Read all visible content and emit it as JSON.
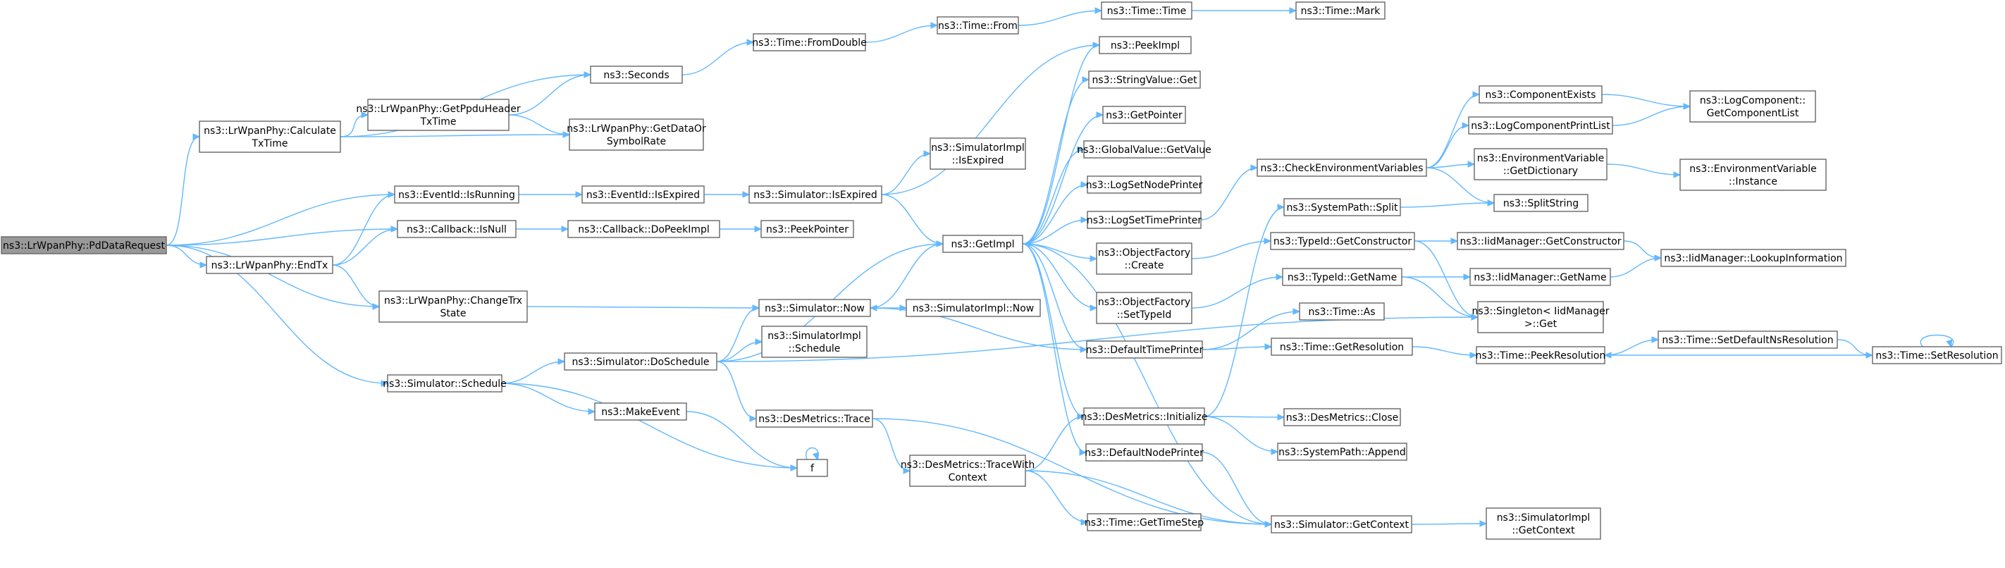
{
  "graph": {
    "root": "ns3::LrWpanPhy::PdDataRequest",
    "colors": {
      "edge": "#63b8ff",
      "node_border": "#666666",
      "root_fill": "#999999",
      "node_fill": "#ffffff"
    },
    "nodes": [
      {
        "id": "pd",
        "label": [
          "ns3::LrWpanPhy::PdDataRequest"
        ],
        "root": true
      },
      {
        "id": "calc",
        "label": [
          "ns3::LrWpanPhy::Calculate",
          "TxTime"
        ]
      },
      {
        "id": "evrun",
        "label": [
          "ns3::EventId::IsRunning"
        ]
      },
      {
        "id": "cbnull",
        "label": [
          "ns3::Callback::IsNull"
        ]
      },
      {
        "id": "endtx",
        "label": [
          "ns3::LrWpanPhy::EndTx"
        ]
      },
      {
        "id": "chtrx",
        "label": [
          "ns3::LrWpanPhy::ChangeTrx",
          "State"
        ]
      },
      {
        "id": "sched",
        "label": [
          "ns3::Simulator::Schedule"
        ]
      },
      {
        "id": "seconds",
        "label": [
          "ns3::Seconds"
        ]
      },
      {
        "id": "ppdu",
        "label": [
          "ns3::LrWpanPhy::GetPpduHeader",
          "TxTime"
        ]
      },
      {
        "id": "datarate",
        "label": [
          "ns3::LrWpanPhy::GetDataOr",
          "SymbolRate"
        ]
      },
      {
        "id": "fromdbl",
        "label": [
          "ns3::Time::FromDouble"
        ]
      },
      {
        "id": "tfrom",
        "label": [
          "ns3::Time::From"
        ]
      },
      {
        "id": "ttime",
        "label": [
          "ns3::Time::Time"
        ]
      },
      {
        "id": "tmark",
        "label": [
          "ns3::Time::Mark"
        ]
      },
      {
        "id": "evexp",
        "label": [
          "ns3::EventId::IsExpired"
        ]
      },
      {
        "id": "simexp",
        "label": [
          "ns3::Simulator::IsExpired"
        ]
      },
      {
        "id": "simimplexp",
        "label": [
          "ns3::SimulatorImpl",
          "::IsExpired"
        ]
      },
      {
        "id": "doPeek",
        "label": [
          "ns3::Callback::DoPeekImpl"
        ]
      },
      {
        "id": "peekptr",
        "label": [
          "ns3::PeekPointer"
        ]
      },
      {
        "id": "getimpl",
        "label": [
          "ns3::GetImpl"
        ]
      },
      {
        "id": "now",
        "label": [
          "ns3::Simulator::Now"
        ]
      },
      {
        "id": "simimplnow",
        "label": [
          "ns3::SimulatorImpl::Now"
        ]
      },
      {
        "id": "dosched",
        "label": [
          "ns3::Simulator::DoSchedule"
        ]
      },
      {
        "id": "simimplsched",
        "label": [
          "ns3::SimulatorImpl",
          "::Schedule"
        ]
      },
      {
        "id": "makeev",
        "label": [
          "ns3::MakeEvent"
        ]
      },
      {
        "id": "f",
        "label": [
          "f"
        ]
      },
      {
        "id": "destrace",
        "label": [
          "ns3::DesMetrics::Trace"
        ]
      },
      {
        "id": "destracectx",
        "label": [
          "ns3::DesMetrics::TraceWith",
          "Context"
        ]
      },
      {
        "id": "peekimpl",
        "label": [
          "ns3::PeekImpl"
        ]
      },
      {
        "id": "strget",
        "label": [
          "ns3::StringValue::Get"
        ]
      },
      {
        "id": "getptr",
        "label": [
          "ns3::GetPointer"
        ]
      },
      {
        "id": "gvget",
        "label": [
          "ns3::GlobalValue::GetValue"
        ]
      },
      {
        "id": "lognode",
        "label": [
          "ns3::LogSetNodePrinter"
        ]
      },
      {
        "id": "logtime",
        "label": [
          "ns3::LogSetTimePrinter"
        ]
      },
      {
        "id": "ofcreate",
        "label": [
          "ns3::ObjectFactory",
          "::Create"
        ]
      },
      {
        "id": "ofset",
        "label": [
          "ns3::ObjectFactory",
          "::SetTypeId"
        ]
      },
      {
        "id": "deftime",
        "label": [
          "ns3::DefaultTimePrinter"
        ]
      },
      {
        "id": "desinit",
        "label": [
          "ns3::DesMetrics::Initialize"
        ]
      },
      {
        "id": "defnode",
        "label": [
          "ns3::DefaultNodePrinter"
        ]
      },
      {
        "id": "timestep",
        "label": [
          "ns3::Time::GetTimeStep"
        ]
      },
      {
        "id": "getctx",
        "label": [
          "ns3::Simulator::GetContext"
        ]
      },
      {
        "id": "checkenv",
        "label": [
          "ns3::CheckEnvironmentVariables"
        ]
      },
      {
        "id": "split",
        "label": [
          "ns3::SystemPath::Split"
        ]
      },
      {
        "id": "tidctor",
        "label": [
          "ns3::TypeId::GetConstructor"
        ]
      },
      {
        "id": "tidname",
        "label": [
          "ns3::TypeId::GetName"
        ]
      },
      {
        "id": "tas",
        "label": [
          "ns3::Time::As"
        ]
      },
      {
        "id": "tgetres",
        "label": [
          "ns3::Time::GetResolution"
        ]
      },
      {
        "id": "desclose",
        "label": [
          "ns3::DesMetrics::Close"
        ]
      },
      {
        "id": "spappend",
        "label": [
          "ns3::SystemPath::Append"
        ]
      },
      {
        "id": "simimplctx",
        "label": [
          "ns3::SimulatorImpl",
          "::GetContext"
        ]
      },
      {
        "id": "compexists",
        "label": [
          "ns3::ComponentExists"
        ]
      },
      {
        "id": "logprint",
        "label": [
          "ns3::LogComponentPrintList"
        ]
      },
      {
        "id": "envdict",
        "label": [
          "ns3::EnvironmentVariable",
          "::GetDictionary"
        ]
      },
      {
        "id": "splitstr",
        "label": [
          "ns3::SplitString"
        ]
      },
      {
        "id": "iidctor",
        "label": [
          "ns3::IidManager::GetConstructor"
        ]
      },
      {
        "id": "iidname",
        "label": [
          "ns3::IidManager::GetName"
        ]
      },
      {
        "id": "singleton",
        "label": [
          "ns3::Singleton< IidManager",
          " >::Get"
        ]
      },
      {
        "id": "peekres",
        "label": [
          "ns3::Time::PeekResolution"
        ]
      },
      {
        "id": "logcomp",
        "label": [
          "ns3::LogComponent::",
          "GetComponentList"
        ]
      },
      {
        "id": "envinst",
        "label": [
          "ns3::EnvironmentVariable",
          "::Instance"
        ]
      },
      {
        "id": "iidlookup",
        "label": [
          "ns3::IidManager::LookupInformation"
        ]
      },
      {
        "id": "setdefres",
        "label": [
          "ns3::Time::SetDefaultNsResolution"
        ]
      },
      {
        "id": "setres",
        "label": [
          "ns3::Time::SetResolution"
        ]
      }
    ],
    "edges": [
      [
        "pd",
        "calc"
      ],
      [
        "pd",
        "evrun"
      ],
      [
        "pd",
        "cbnull"
      ],
      [
        "pd",
        "endtx"
      ],
      [
        "pd",
        "chtrx"
      ],
      [
        "pd",
        "sched"
      ],
      [
        "calc",
        "seconds"
      ],
      [
        "calc",
        "ppdu"
      ],
      [
        "calc",
        "datarate"
      ],
      [
        "ppdu",
        "seconds"
      ],
      [
        "ppdu",
        "datarate"
      ],
      [
        "seconds",
        "fromdbl"
      ],
      [
        "fromdbl",
        "tfrom"
      ],
      [
        "tfrom",
        "ttime"
      ],
      [
        "ttime",
        "tmark"
      ],
      [
        "evrun",
        "evexp"
      ],
      [
        "evexp",
        "simexp"
      ],
      [
        "simexp",
        "simimplexp"
      ],
      [
        "simexp",
        "getimpl"
      ],
      [
        "simexp",
        "peekimpl"
      ],
      [
        "cbnull",
        "doPeek"
      ],
      [
        "doPeek",
        "peekptr"
      ],
      [
        "endtx",
        "evrun"
      ],
      [
        "endtx",
        "cbnull"
      ],
      [
        "endtx",
        "chtrx"
      ],
      [
        "chtrx",
        "now"
      ],
      [
        "sched",
        "dosched"
      ],
      [
        "sched",
        "makeev"
      ],
      [
        "sched",
        "f"
      ],
      [
        "makeev",
        "f"
      ],
      [
        "f",
        "f"
      ],
      [
        "dosched",
        "getimpl"
      ],
      [
        "dosched",
        "now"
      ],
      [
        "dosched",
        "simimplsched"
      ],
      [
        "dosched",
        "destrace"
      ],
      [
        "dosched",
        "singleton"
      ],
      [
        "now",
        "getimpl"
      ],
      [
        "now",
        "simimplnow"
      ],
      [
        "destrace",
        "destracectx"
      ],
      [
        "destrace",
        "getctx"
      ],
      [
        "destracectx",
        "desinit"
      ],
      [
        "destracectx",
        "timestep"
      ],
      [
        "destracectx",
        "getctx"
      ],
      [
        "getimpl",
        "peekimpl"
      ],
      [
        "getimpl",
        "strget"
      ],
      [
        "getimpl",
        "getptr"
      ],
      [
        "getimpl",
        "gvget"
      ],
      [
        "getimpl",
        "lognode"
      ],
      [
        "getimpl",
        "logtime"
      ],
      [
        "getimpl",
        "ofcreate"
      ],
      [
        "getimpl",
        "ofset"
      ],
      [
        "getimpl",
        "deftime"
      ],
      [
        "getimpl",
        "desinit"
      ],
      [
        "getimpl",
        "defnode"
      ],
      [
        "getimpl",
        "getctx"
      ],
      [
        "logtime",
        "checkenv"
      ],
      [
        "ofcreate",
        "tidctor"
      ],
      [
        "ofset",
        "tidname"
      ],
      [
        "deftime",
        "now"
      ],
      [
        "deftime",
        "tas"
      ],
      [
        "deftime",
        "tgetres"
      ],
      [
        "desinit",
        "split"
      ],
      [
        "desinit",
        "desclose"
      ],
      [
        "desinit",
        "spappend"
      ],
      [
        "defnode",
        "getctx"
      ],
      [
        "getctx",
        "simimplctx"
      ],
      [
        "checkenv",
        "compexists"
      ],
      [
        "checkenv",
        "logprint"
      ],
      [
        "checkenv",
        "envdict"
      ],
      [
        "checkenv",
        "splitstr"
      ],
      [
        "split",
        "splitstr"
      ],
      [
        "compexists",
        "logcomp"
      ],
      [
        "logprint",
        "logcomp"
      ],
      [
        "envdict",
        "envinst"
      ],
      [
        "tidctor",
        "iidctor"
      ],
      [
        "tidctor",
        "singleton"
      ],
      [
        "tidname",
        "iidname"
      ],
      [
        "tidname",
        "singleton"
      ],
      [
        "iidctor",
        "iidlookup"
      ],
      [
        "iidname",
        "iidlookup"
      ],
      [
        "tgetres",
        "peekres"
      ],
      [
        "peekres",
        "setdefres"
      ],
      [
        "setdefres",
        "setres"
      ],
      [
        "setres",
        "peekres"
      ],
      [
        "setres",
        "setres"
      ]
    ]
  }
}
